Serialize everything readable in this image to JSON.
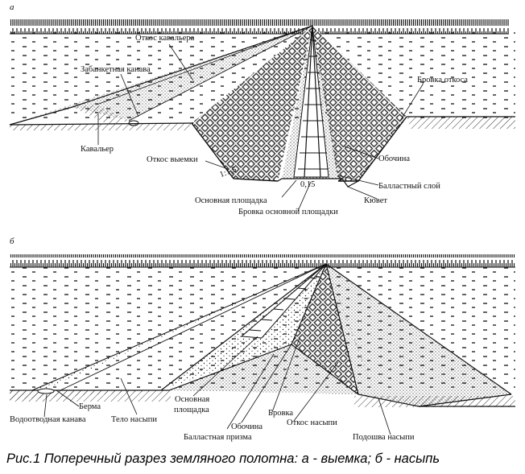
{
  "panel_a": {
    "letter": "а",
    "labels": {
      "otkos_kavalera": "Откос кавальера",
      "zabanketnaya_kanava": "Забанкетная канава",
      "brovka_otkosa": "Бровка откоса",
      "kavaler": "Кавальер",
      "otkos_vyemki": "Откос выемки",
      "slope_ratio": "1:1,5",
      "obochina": "Обочина",
      "ballastny_sloy": "Балластный слой",
      "depth_mark": "0,15",
      "osnovnaya_ploshchadka": "Основная площадка",
      "kyuvet": "Кювет",
      "brovka_osnovnoy_ploshchadki": "Бровка основной площадки"
    }
  },
  "panel_b": {
    "letter": "б",
    "labels": {
      "berma": "Берма",
      "vodootvodnaya_kanava": "Водоотводная канава",
      "telo_nasypi": "Тело насыпи",
      "osnovnaya_ploshchadka_l1": "Основная",
      "osnovnaya_ploshchadka_l2": "площадка",
      "obochina": "Обочина",
      "brovka": "Бровка",
      "otkos_nasypi": "Откос насыпи",
      "ballastnaya_prizma": "Балластная призма",
      "podoshva_nasypi": "Подошва насыпи"
    }
  },
  "caption": "Рис.1 Поперечный разрез земляного полотна: а - выемка; б - насыпь",
  "colors": {
    "ink": "#111111",
    "paper": "#ffffff",
    "gray": "#8a8a8a"
  }
}
